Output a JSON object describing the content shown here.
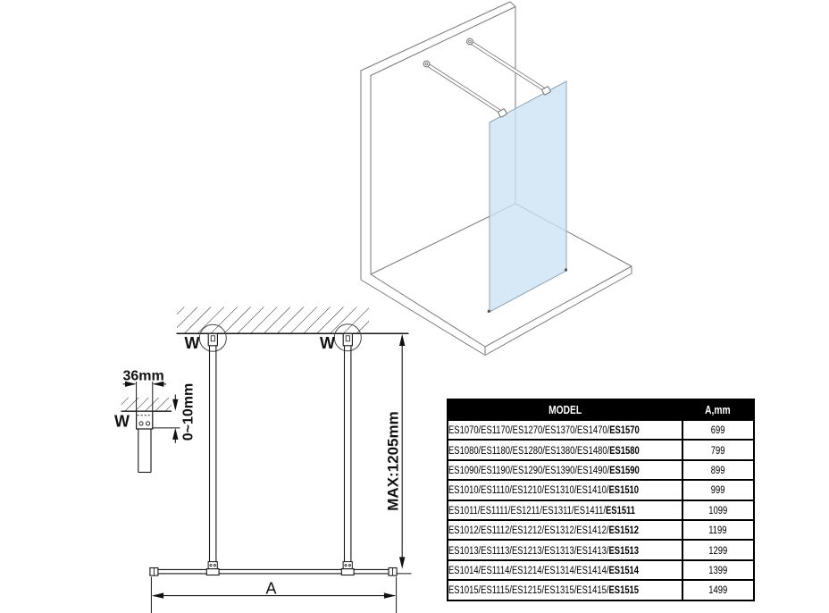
{
  "iso_view": {
    "glass_color": "#cce3f5"
  },
  "plan_view": {
    "wall_mount_label": "W",
    "bracket_width_label": "36mm",
    "adjustment_label": "0~10mm",
    "max_bar_label": "MAX:1205mm",
    "glass_width_label": "A"
  },
  "table": {
    "headers": [
      "MODEL",
      "A,mm"
    ],
    "rows": [
      {
        "models": [
          "ES1070",
          "ES1170",
          "ES1270",
          "ES1370",
          "ES1470",
          "ES1570"
        ],
        "a_mm": "699"
      },
      {
        "models": [
          "ES1080",
          "ES1180",
          "ES1280",
          "ES1380",
          "ES1480",
          "ES1580"
        ],
        "a_mm": "799"
      },
      {
        "models": [
          "ES1090",
          "ES1190",
          "ES1290",
          "ES1390",
          "ES1490",
          "ES1590"
        ],
        "a_mm": "899"
      },
      {
        "models": [
          "ES1010",
          "ES1110",
          "ES1210",
          "ES1310",
          "ES1410",
          "ES1510"
        ],
        "a_mm": "999"
      },
      {
        "models": [
          "ES1011",
          "ES1111",
          "ES1211",
          "ES1311",
          "ES1411",
          "ES1511"
        ],
        "a_mm": "1099"
      },
      {
        "models": [
          "ES1012",
          "ES1112",
          "ES1212",
          "ES1312",
          "ES1412",
          "ES1512"
        ],
        "a_mm": "1199"
      },
      {
        "models": [
          "ES1013",
          "ES1113",
          "ES1213",
          "ES1313",
          "ES1413",
          "ES1513"
        ],
        "a_mm": "1299"
      },
      {
        "models": [
          "ES1014",
          "ES1114",
          "ES1214",
          "ES1314",
          "ES1414",
          "ES1514"
        ],
        "a_mm": "1399"
      },
      {
        "models": [
          "ES1015",
          "ES1115",
          "ES1215",
          "ES1315",
          "ES1415",
          "ES1515"
        ],
        "a_mm": "1499"
      }
    ]
  }
}
